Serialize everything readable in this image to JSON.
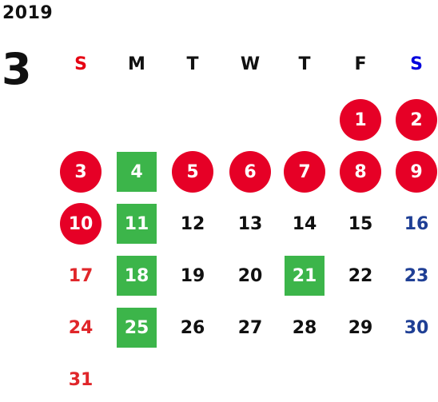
{
  "year": "2019",
  "month": "3",
  "weekdays": [
    "S",
    "M",
    "T",
    "W",
    "T",
    "F",
    "S"
  ],
  "colors": {
    "sunday_header": "#e60012",
    "saturday_header": "#0000dd",
    "weekday_header": "#111111",
    "circle_fill": "#e60026",
    "square_fill": "#3cb54a",
    "sunday_text": "#e0262a",
    "saturday_text": "#1f3f95",
    "plain_text": "#111111"
  },
  "days": [
    {
      "day": "1",
      "style": "circle"
    },
    {
      "day": "2",
      "style": "circle"
    },
    {
      "day": "3",
      "style": "circle"
    },
    {
      "day": "4",
      "style": "square"
    },
    {
      "day": "5",
      "style": "circle"
    },
    {
      "day": "6",
      "style": "circle"
    },
    {
      "day": "7",
      "style": "circle"
    },
    {
      "day": "8",
      "style": "circle"
    },
    {
      "day": "9",
      "style": "circle"
    },
    {
      "day": "10",
      "style": "circle"
    },
    {
      "day": "11",
      "style": "square"
    },
    {
      "day": "12",
      "style": "plain"
    },
    {
      "day": "13",
      "style": "plain"
    },
    {
      "day": "14",
      "style": "plain"
    },
    {
      "day": "15",
      "style": "plain"
    },
    {
      "day": "16",
      "style": "sat"
    },
    {
      "day": "17",
      "style": "sun"
    },
    {
      "day": "18",
      "style": "square"
    },
    {
      "day": "19",
      "style": "plain"
    },
    {
      "day": "20",
      "style": "plain"
    },
    {
      "day": "21",
      "style": "square"
    },
    {
      "day": "22",
      "style": "plain"
    },
    {
      "day": "23",
      "style": "sat"
    },
    {
      "day": "24",
      "style": "sun"
    },
    {
      "day": "25",
      "style": "square"
    },
    {
      "day": "26",
      "style": "plain"
    },
    {
      "day": "27",
      "style": "plain"
    },
    {
      "day": "28",
      "style": "plain"
    },
    {
      "day": "29",
      "style": "plain"
    },
    {
      "day": "30",
      "style": "sat"
    },
    {
      "day": "31",
      "style": "sun"
    }
  ]
}
